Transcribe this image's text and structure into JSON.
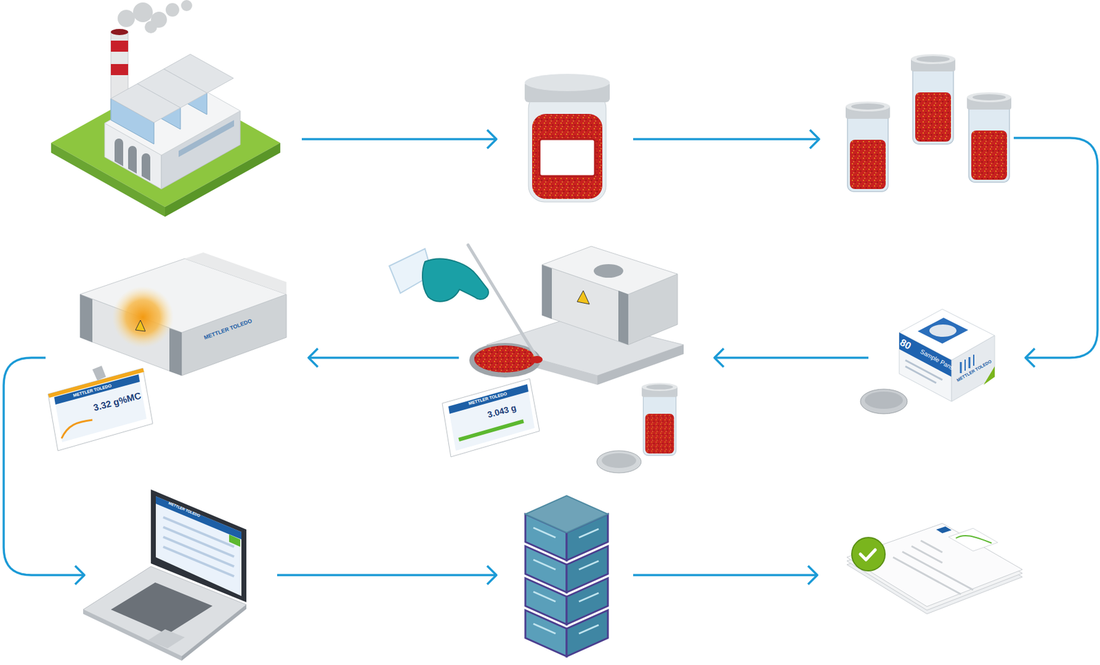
{
  "diagram": {
    "nodes": [
      {
        "text": []
      },
      {
        "text": []
      },
      {
        "text": []
      },
      {
        "text": [
          "METTLER TOLEDO",
          "METTLER TOLEDO",
          "3.32 g%MC"
        ]
      },
      {
        "text": [
          "METTLER TOLEDO",
          "3.043 g"
        ]
      },
      {
        "text": [
          "80",
          "Sample Pans",
          "METTLER TOLEDO"
        ]
      },
      {
        "text": [
          "METTLER TOLEDO"
        ]
      },
      {
        "text": []
      },
      {
        "text": []
      }
    ],
    "edges": [
      {
        "from": 0,
        "to": 1,
        "arrow": "to"
      },
      {
        "from": 1,
        "to": 2,
        "arrow": "to"
      },
      {
        "from": 2,
        "to": 5,
        "arrow": "to"
      },
      {
        "from": 5,
        "to": 4,
        "arrow": "to"
      },
      {
        "from": 4,
        "to": 3,
        "arrow": "to"
      },
      {
        "from": 3,
        "to": 6,
        "arrow": "to"
      },
      {
        "from": 6,
        "to": 7,
        "arrow": "to"
      },
      {
        "from": 7,
        "to": 8,
        "arrow": "to"
      }
    ]
  }
}
